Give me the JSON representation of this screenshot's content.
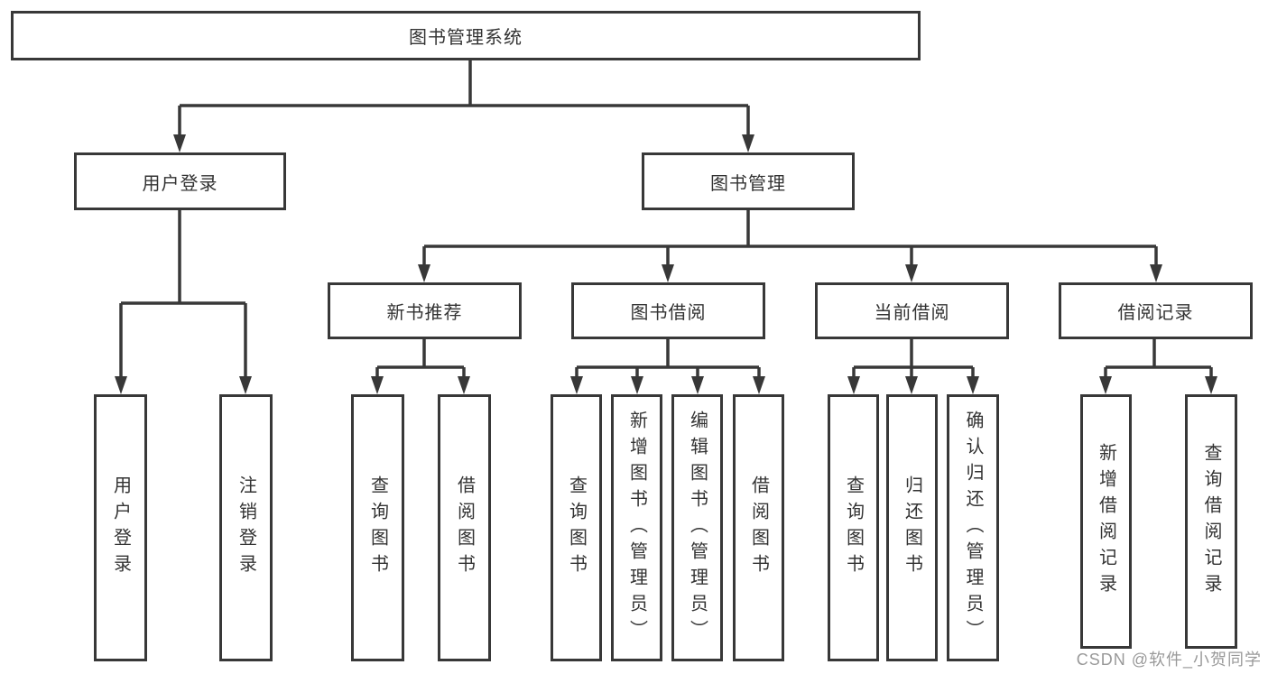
{
  "diagram_type": "hierarchy-flowchart",
  "nodes": {
    "root": "图书管理系统",
    "user_login": "用户登录",
    "book_management": "图书管理",
    "new_book_recommend": "新书推荐",
    "book_borrow": "图书借阅",
    "current_borrow": "当前借阅",
    "borrow_record": "借阅记录",
    "leaf_user_login": "用户登录",
    "leaf_logout": "注销登录",
    "leaf_rec_query_book": "查询图书",
    "leaf_rec_borrow_book": "借阅图书",
    "leaf_bb_query_book": "查询图书",
    "leaf_bb_add_book": "新增图书（管理员）",
    "leaf_bb_edit_book": "编辑图书（管理员）",
    "leaf_bb_borrow_book": "借阅图书",
    "leaf_cb_query_book": "查询图书",
    "leaf_cb_return_book": "归还图书",
    "leaf_cb_confirm_return": "确认归还（管理员）",
    "leaf_br_add_record": "新增借阅记录",
    "leaf_br_query_record": "查询借阅记录"
  },
  "hierarchy": {
    "图书管理系统": {
      "用户登录": [
        "用户登录",
        "注销登录"
      ],
      "图书管理": {
        "新书推荐": [
          "查询图书",
          "借阅图书"
        ],
        "图书借阅": [
          "查询图书",
          "新增图书（管理员）",
          "编辑图书（管理员）",
          "借阅图书"
        ],
        "当前借阅": [
          "查询图书",
          "归还图书",
          "确认归还（管理员）"
        ],
        "借阅记录": [
          "新增借阅记录",
          "查询借阅记录"
        ]
      }
    }
  },
  "colors": {
    "line": "#383838",
    "text": "#333333",
    "box_background": "#ffffff",
    "page_background": "#ffffff",
    "watermark": "#999999"
  },
  "watermark": {
    "text": "CSDN @软件_小贺同学"
  }
}
